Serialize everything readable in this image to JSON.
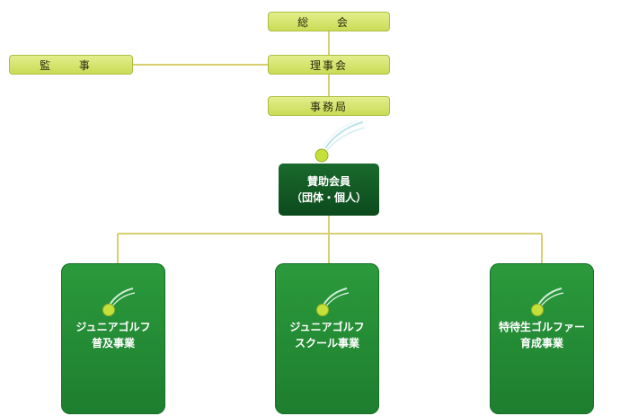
{
  "top": {
    "general_meeting": "総 会",
    "auditor": "監 事",
    "board": "理事会",
    "secretariat": "事務局"
  },
  "sponsor": {
    "line1": "賛助会員",
    "line2": "（団体・個人）"
  },
  "programs": [
    {
      "line1": "ジュニアゴルフ",
      "line2": "普及事業"
    },
    {
      "line1": "ジュニアゴルフ",
      "line2": "スクール事業"
    },
    {
      "line1": "特待生ゴルファー",
      "line2": "育成事業"
    }
  ],
  "colors": {
    "pill": "#d6e66e",
    "connector": "#d8cf70",
    "sponsor_box": "#13582a",
    "program_card": "#259037",
    "ball": "#c6e03a"
  }
}
